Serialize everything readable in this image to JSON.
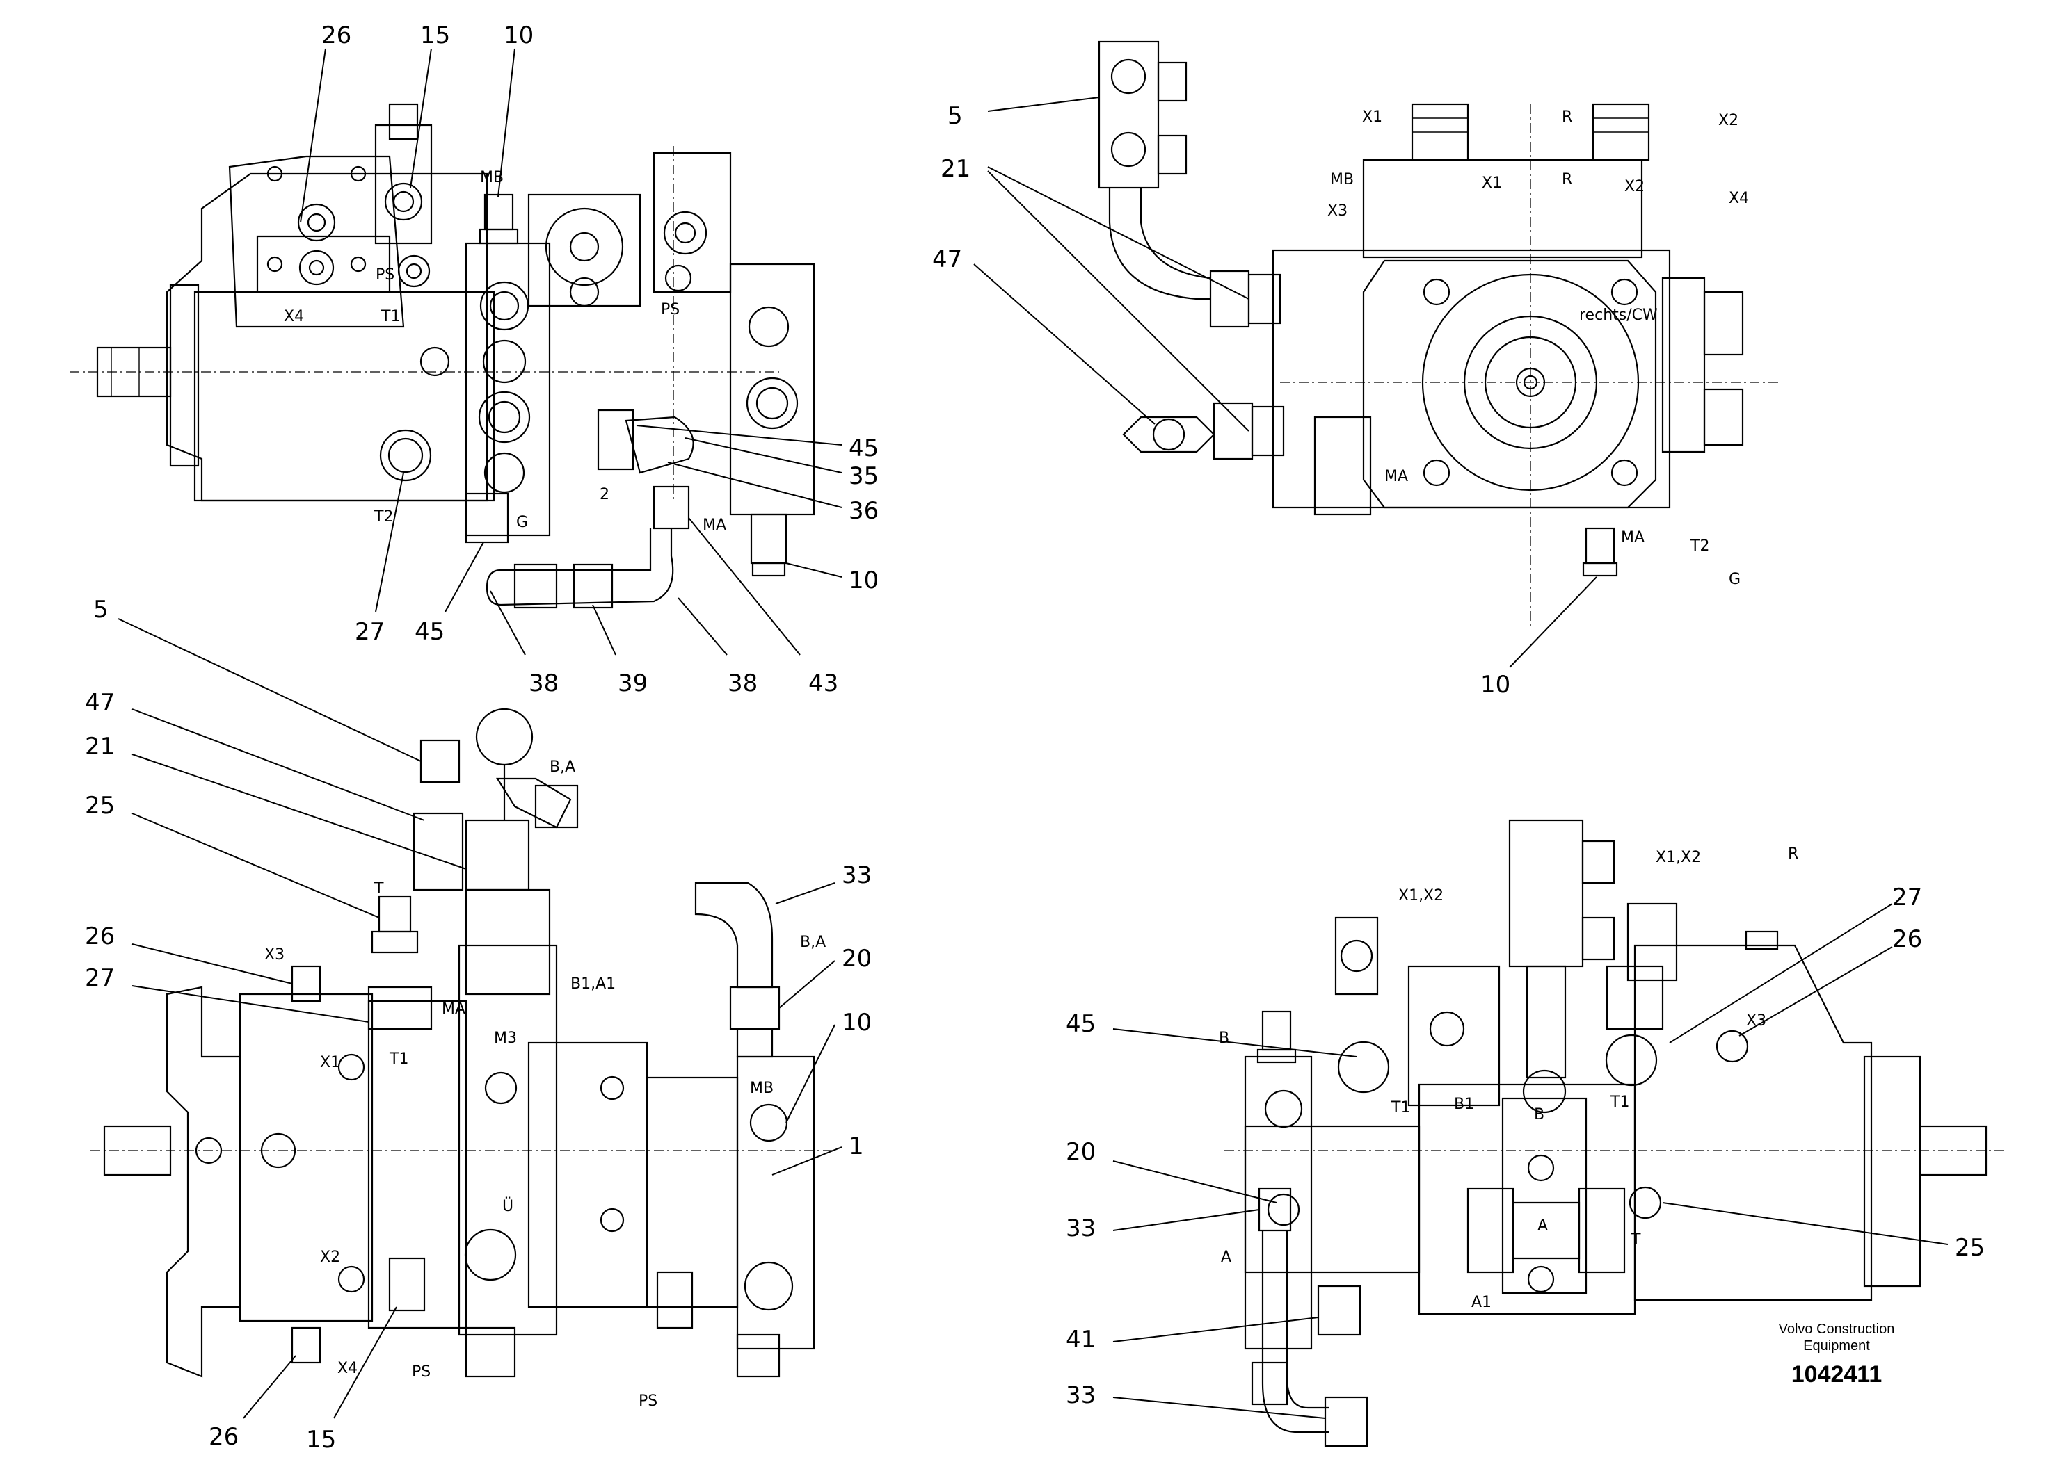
{
  "brand": {
    "line1": "Volvo Construction",
    "line2": "Equipment",
    "drawing_number": "1042411"
  },
  "views": {
    "top_left": {
      "callouts": [
        "26",
        "15",
        "10",
        "45",
        "35",
        "36",
        "10",
        "43",
        "38",
        "39",
        "38",
        "27",
        "45"
      ],
      "ports": [
        "MB",
        "X4",
        "PS",
        "T1",
        "PS",
        "T2",
        "G",
        "MA",
        "2"
      ]
    },
    "top_right": {
      "callouts": [
        "5",
        "21",
        "47",
        "10"
      ],
      "ports": [
        "X1",
        "R",
        "X2",
        "X1",
        "R",
        "X2",
        "MB",
        "X3",
        "X4",
        "rechts/CW",
        "MA",
        "T2",
        "G",
        "MA"
      ]
    },
    "bottom_left": {
      "callouts": [
        "5",
        "47",
        "21",
        "25",
        "26",
        "27",
        "33",
        "20",
        "10",
        "1",
        "26",
        "15"
      ],
      "ports": [
        "B,A",
        "T",
        "X3",
        "B1,A1",
        "MA",
        "T1",
        "M3",
        "X1",
        "X2",
        "Ü",
        "MB",
        "B,A",
        "PS",
        "PS",
        "X4"
      ]
    },
    "bottom_right": {
      "callouts": [
        "45",
        "20",
        "33",
        "41",
        "33",
        "27",
        "26",
        "25"
      ],
      "ports": [
        "X1,X2",
        "X1,X2",
        "R",
        "B",
        "T1",
        "B1",
        "B",
        "T1",
        "X3",
        "A",
        "A",
        "T",
        "A1"
      ]
    }
  }
}
